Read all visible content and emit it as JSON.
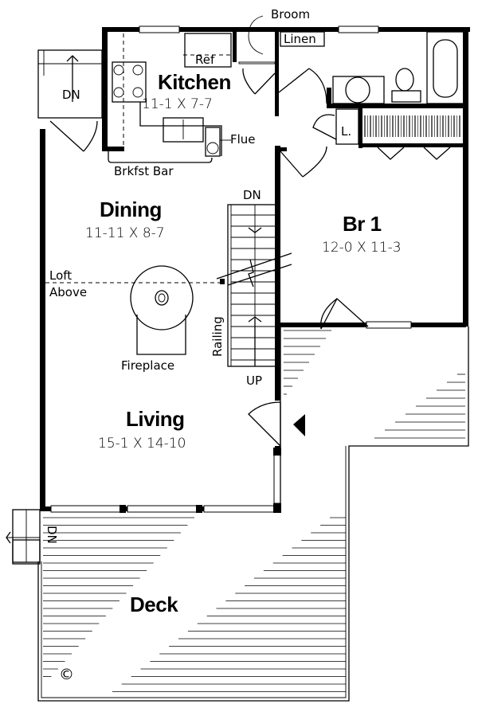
{
  "plan": {
    "rooms": {
      "kitchen": {
        "name": "Kitchen",
        "size": "11-1 X 7-7"
      },
      "dining": {
        "name": "Dining",
        "size": "11-11 X 8-7"
      },
      "br1": {
        "name": "Br 1",
        "size": "12-0 X 11-3"
      },
      "living": {
        "name": "Living",
        "size": "15-1 X 14-10"
      },
      "deck": {
        "name": "Deck"
      }
    },
    "labels": {
      "broom": "Broom",
      "linen": "Linen",
      "ref": "Ref",
      "flue": "Flue",
      "brkfst_bar": "Brkfst Bar",
      "entry_dn": "DN",
      "stair_dn": "DN",
      "stair_up": "UP",
      "loft_above_1": "Loft",
      "loft_above_2": "Above",
      "railing": "Railing",
      "fireplace": "Fireplace",
      "closet_l": "L.",
      "deck_dn": "DN",
      "copyright": "©"
    }
  }
}
